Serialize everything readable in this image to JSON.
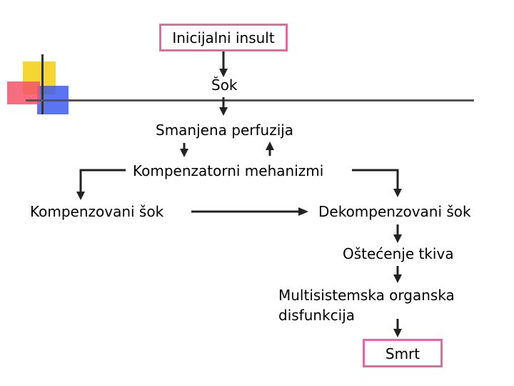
{
  "nodes": {
    "initial_insult": "Inicijalni insult",
    "shock": "Šok",
    "reduced_perfusion": "Smanjena perfuzija",
    "compensatory_mechanisms": "Kompenzatorni mehanizmi",
    "compensated_shock": "Kompenzovani šok",
    "decompensated_shock": "Dekompenzovani šok",
    "tissue_damage": "Oštećenje tkiva",
    "mods_line1": "Multisistemska organska",
    "mods_line2": "disfunkcija",
    "death": "Smrt"
  },
  "colors": {
    "box_border": "#e26aa0",
    "arrow": "#222222",
    "deco_yellow": "#f6d632",
    "deco_red": "#f2546a",
    "deco_blue": "#3d5cf0"
  }
}
